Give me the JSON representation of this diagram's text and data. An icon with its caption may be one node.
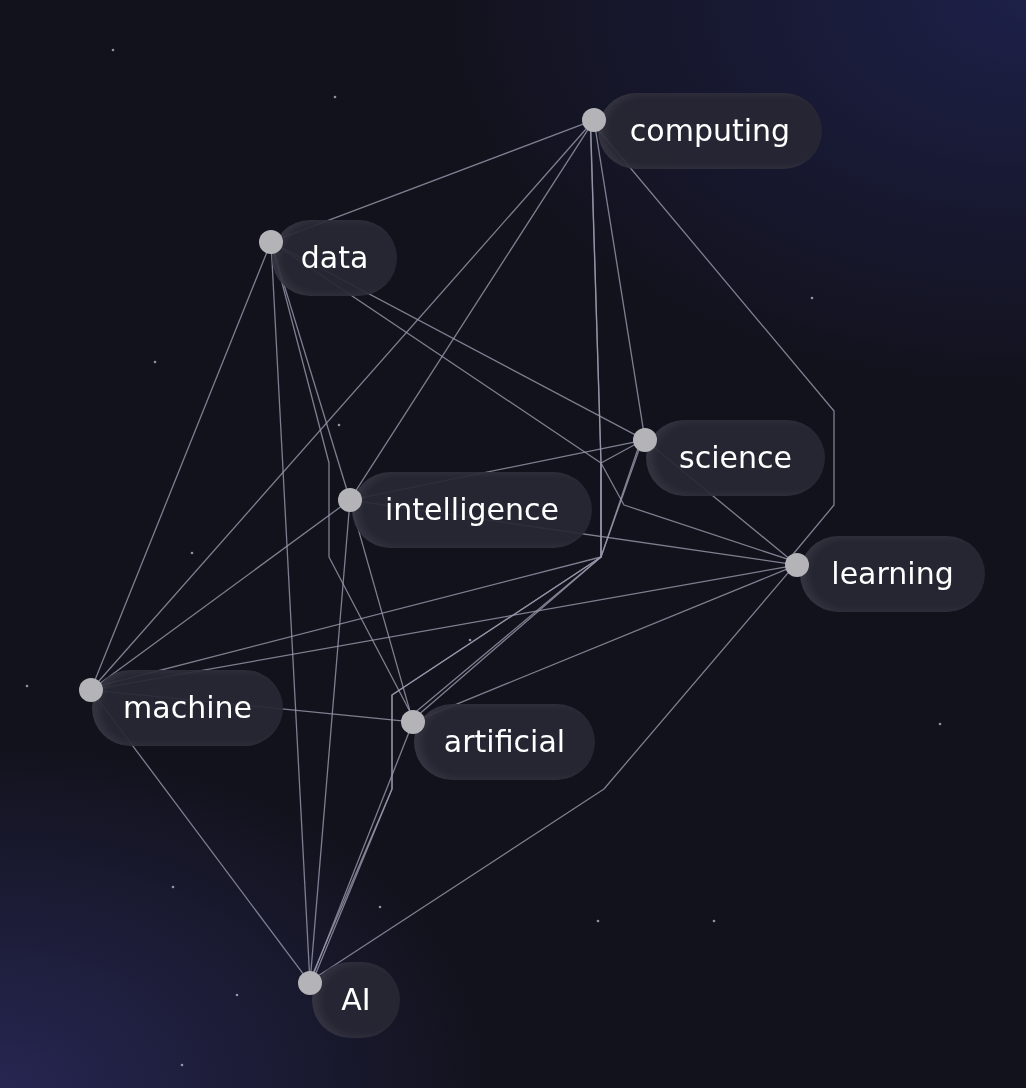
{
  "diagram": {
    "nodes": [
      {
        "text": [
          "computing"
        ]
      },
      {
        "text": [
          "data"
        ]
      },
      {
        "text": [
          "science"
        ]
      },
      {
        "text": [
          "intelligence"
        ]
      },
      {
        "text": [
          "learning"
        ]
      },
      {
        "text": [
          "machine"
        ]
      },
      {
        "text": [
          "artificial"
        ]
      },
      {
        "text": [
          "AI"
        ]
      }
    ],
    "edges": [
      {
        "from": 0,
        "to": 1,
        "arrow": "none"
      },
      {
        "from": 0,
        "to": 2,
        "arrow": "none"
      },
      {
        "from": 0,
        "to": 3,
        "arrow": "none"
      },
      {
        "from": 0,
        "to": 4,
        "arrow": "none"
      },
      {
        "from": 0,
        "to": 5,
        "arrow": "none"
      },
      {
        "from": 0,
        "to": 6,
        "arrow": "none"
      },
      {
        "from": 0,
        "to": 7,
        "arrow": "none"
      },
      {
        "from": 1,
        "to": 2,
        "arrow": "none"
      },
      {
        "from": 1,
        "to": 3,
        "arrow": "none"
      },
      {
        "from": 1,
        "to": 4,
        "arrow": "none"
      },
      {
        "from": 1,
        "to": 5,
        "arrow": "none"
      },
      {
        "from": 1,
        "to": 6,
        "arrow": "none"
      },
      {
        "from": 1,
        "to": 7,
        "arrow": "none"
      },
      {
        "from": 2,
        "to": 3,
        "arrow": "none"
      },
      {
        "from": 2,
        "to": 4,
        "arrow": "none"
      },
      {
        "from": 2,
        "to": 5,
        "arrow": "none"
      },
      {
        "from": 2,
        "to": 6,
        "arrow": "none"
      },
      {
        "from": 2,
        "to": 7,
        "arrow": "none"
      },
      {
        "from": 3,
        "to": 4,
        "arrow": "none"
      },
      {
        "from": 3,
        "to": 5,
        "arrow": "none"
      },
      {
        "from": 3,
        "to": 6,
        "arrow": "none"
      },
      {
        "from": 3,
        "to": 7,
        "arrow": "none"
      },
      {
        "from": 4,
        "to": 5,
        "arrow": "none"
      },
      {
        "from": 4,
        "to": 6,
        "arrow": "none"
      },
      {
        "from": 4,
        "to": 7,
        "arrow": "none"
      },
      {
        "from": 5,
        "to": 6,
        "arrow": "none"
      },
      {
        "from": 5,
        "to": 7,
        "arrow": "none"
      },
      {
        "from": 6,
        "to": 7,
        "arrow": "none"
      }
    ]
  }
}
